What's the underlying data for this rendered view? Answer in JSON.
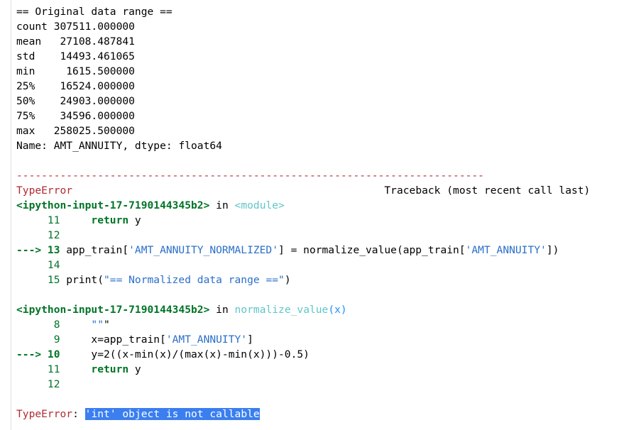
{
  "colors": {
    "error_red": "#b22b31",
    "green": "#007427",
    "cyan": "#60c6c8",
    "selection": "#3a7ef0"
  },
  "stats": {
    "header": "== Original data range ==",
    "rows": [
      {
        "label": "count",
        "value": "307511.000000"
      },
      {
        "label": "mean",
        "value": "27108.487841"
      },
      {
        "label": "std",
        "value": "14493.461065"
      },
      {
        "label": "min",
        "value": "1615.500000"
      },
      {
        "label": "25%",
        "value": "16524.000000"
      },
      {
        "label": "50%",
        "value": "24903.000000"
      },
      {
        "label": "75%",
        "value": "34596.000000"
      },
      {
        "label": "max",
        "value": "258025.500000"
      }
    ],
    "footer": "Name: AMT_ANNUITY, dtype: float64"
  },
  "traceback": {
    "separator": "---------------------------------------------------------------------------",
    "error_type": "TypeError",
    "header_right": "Traceback (most recent call last)",
    "frame1": {
      "location": "<ipython-input-17-7190144345b2>",
      "in": "in",
      "func": "<module>",
      "lines": [
        {
          "no": "11",
          "arrow": "",
          "code": "    return y"
        },
        {
          "no": "12",
          "arrow": "",
          "code": ""
        },
        {
          "no": "13",
          "arrow": "--->",
          "code": "app_train['AMT_ANNUITY_NORMALIZED'] = normalize_value(app_train['AMT_ANNUITY'])"
        },
        {
          "no": "14",
          "arrow": "",
          "code": ""
        },
        {
          "no": "15",
          "arrow": "",
          "code": "print(\"== Normalized data range ==\")"
        }
      ]
    },
    "frame2": {
      "location": "<ipython-input-17-7190144345b2>",
      "in": "in",
      "func": "normalize_value",
      "args": "(x)",
      "lines": [
        {
          "no": "8",
          "arrow": "",
          "code": "    \"\"\""
        },
        {
          "no": "9",
          "arrow": "",
          "code": "    x=app_train['AMT_ANNUITY']"
        },
        {
          "no": "10",
          "arrow": "--->",
          "code": "    y=2((x-min(x)/(max(x)-min(x)))-0.5)"
        },
        {
          "no": "11",
          "arrow": "",
          "code": "    return y"
        },
        {
          "no": "12",
          "arrow": "",
          "code": ""
        }
      ]
    },
    "final_type": "TypeError",
    "final_colon": ":",
    "final_message": "'int' object is not callable"
  }
}
